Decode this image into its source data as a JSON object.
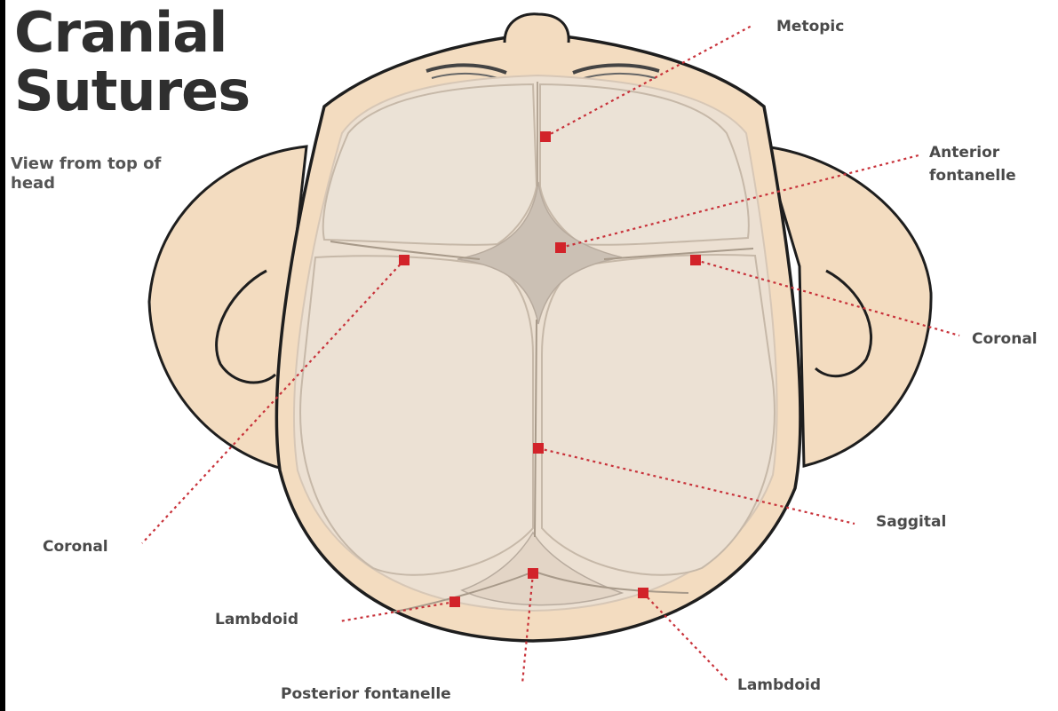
{
  "title": {
    "line1": "Cranial",
    "line2": "Sutures"
  },
  "subtitle": "View from top of head",
  "labels": {
    "metopic": "Metopic",
    "anterior_fontanelle_line1": "Anterior",
    "anterior_fontanelle_line2": "fontanelle",
    "coronal_right": "Coronal",
    "coronal_left": "Coronal",
    "saggital": "Saggital",
    "lambdoid_left": "Lambdoid",
    "lambdoid_right": "Lambdoid",
    "posterior_fontanelle": "Posterior fontanelle"
  },
  "colors": {
    "skin": "#f3dcc0",
    "bone": "#ece0d2",
    "fontanelle": "#cbc0b4",
    "outline": "#1e1e1e",
    "marker": "#d2232a",
    "leader": "#c8323a",
    "text": "#4a4a4a"
  }
}
